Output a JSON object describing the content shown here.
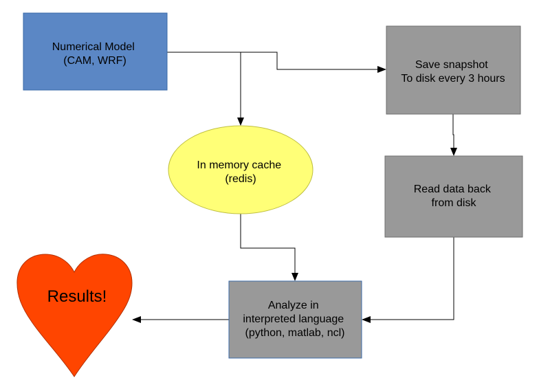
{
  "diagram": {
    "nodes": {
      "numerical_model": {
        "lines": [
          "Numerical Model",
          "(CAM, WRF)"
        ],
        "fill": "#5b87c5",
        "stroke": "#3a6aa8"
      },
      "save_snapshot": {
        "lines": [
          "Save snapshot",
          "To disk every 3 hours"
        ],
        "fill": "#999999",
        "stroke": "#6e6e6e"
      },
      "memory_cache": {
        "lines": [
          "In memory cache",
          "(redis)"
        ],
        "fill": "#ffff77",
        "stroke": "#bfbf40"
      },
      "read_data": {
        "lines": [
          "Read data back",
          "from disk"
        ],
        "fill": "#999999",
        "stroke": "#6e6e6e"
      },
      "analyze": {
        "lines": [
          "Analyze in",
          "interpreted language",
          "(python, matlab, ncl)"
        ],
        "fill": "#999999",
        "stroke": "#3a6aa8"
      },
      "results": {
        "lines": [
          "Results!"
        ],
        "fill": "#ff4500",
        "stroke": "#b23000"
      }
    }
  }
}
